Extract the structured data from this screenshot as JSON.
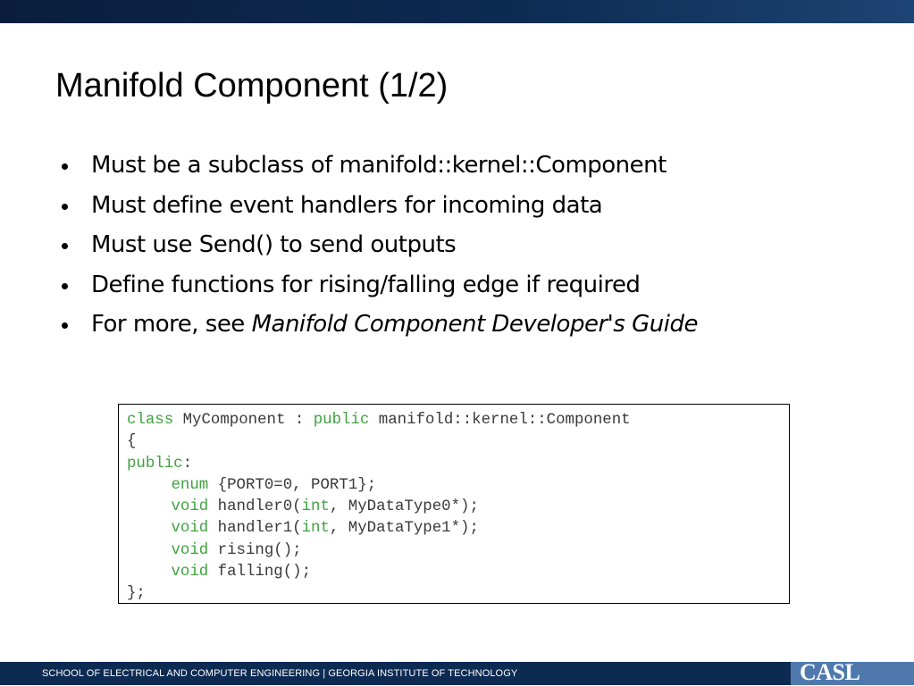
{
  "slide": {
    "title": "Manifold Component (1/2)",
    "bullets": [
      "Must be a subclass of manifold::kernel::Component",
      "Must define event handlers for incoming data",
      "Must use Send() to send outputs",
      "Define functions for rising/falling edge if required"
    ],
    "last_bullet": {
      "prefix": "For more, see ",
      "italic": "Manifold Component Developer's Guide"
    }
  },
  "code": {
    "keyword_color": "#3fa33f",
    "line1": {
      "kw1": "class",
      "a": " MyComponent : ",
      "kw2": "public",
      "b": " manifold::kernel::Component"
    },
    "line2": "{",
    "line3": {
      "kw": "public",
      "rest": ":"
    },
    "line4": {
      "kw": "enum",
      "rest": " {PORT0=0, PORT1};"
    },
    "line5": {
      "kw1": "void",
      "a": " handler0(",
      "kw2": "int",
      "b": ", MyDataType0*);"
    },
    "line6": {
      "kw1": "void",
      "a": " handler1(",
      "kw2": "int",
      "b": ", MyDataType1*);"
    },
    "line7": {
      "kw": "void",
      "rest": " rising();"
    },
    "line8": {
      "kw": "void",
      "rest": " falling();"
    },
    "line9": "};"
  },
  "footer": {
    "text": "SCHOOL OF ELECTRICAL AND COMPUTER ENGINEERING | GEORGIA INSTITUTE OF TECHNOLOGY",
    "logo": "CASL",
    "bar_color": "#0d2a52",
    "logo_color": "#4f79ad"
  }
}
